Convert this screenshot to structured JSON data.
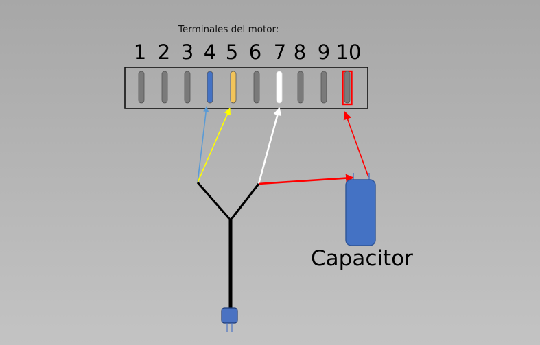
{
  "diagram": {
    "title": "Terminales del motor:",
    "terminals": [
      {
        "label": "1",
        "color": "#7a7a7a"
      },
      {
        "label": "2",
        "color": "#7a7a7a"
      },
      {
        "label": "3",
        "color": "#7a7a7a"
      },
      {
        "label": "4",
        "color": "#4472c4"
      },
      {
        "label": "5",
        "color": "#f2c45a"
      },
      {
        "label": "6",
        "color": "#7a7a7a"
      },
      {
        "label": "7",
        "color": "#ffffff"
      },
      {
        "label": "8",
        "color": "#7a7a7a"
      },
      {
        "label": "9",
        "color": "#7a7a7a"
      },
      {
        "label": "10",
        "color": "#7a7a7a",
        "highlight": "#ff0000"
      }
    ],
    "capacitor": {
      "label": "Capacitor",
      "color": "#4472c4"
    },
    "wires": {
      "blue": "#5b9bd5",
      "yellow": "#ffff00",
      "white": "#ffffff",
      "red": "#ff0000",
      "cable": "#000000"
    }
  }
}
